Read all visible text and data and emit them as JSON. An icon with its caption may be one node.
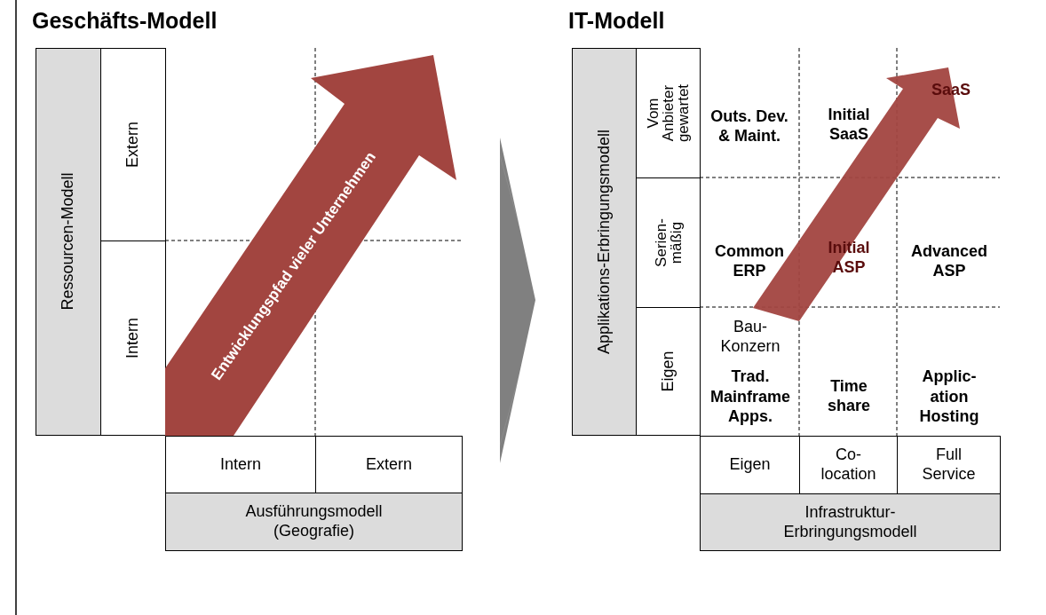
{
  "diagram": {
    "nodes": [
      {
        "text": [
          "Ressourcen-Modell"
        ]
      },
      {
        "text": [
          "Extern"
        ]
      },
      {
        "text": [
          "Intern"
        ]
      },
      {
        "text": [
          "Intern"
        ]
      },
      {
        "text": [
          "Extern"
        ]
      },
      {
        "text": [
          "Ausführungsmodell (Geografie)"
        ]
      },
      {
        "text": [
          "Entwicklungspfad vieler Unternehmen"
        ]
      },
      {
        "text": [
          "Applikations-Erbringungsmodell"
        ]
      },
      {
        "text": [
          "Vom Anbieter gewartet"
        ]
      },
      {
        "text": [
          "Serien-mäßig"
        ]
      },
      {
        "text": [
          "Eigen"
        ]
      },
      {
        "text": [
          "Eigen"
        ]
      },
      {
        "text": [
          "Co-location"
        ]
      },
      {
        "text": [
          "Full Service"
        ]
      },
      {
        "text": [
          "Infrastruktur-Erbringungsmodell"
        ]
      }
    ],
    "labels": [
      "Geschäfts-Modell",
      "IT-Modell",
      "Outs. Dev. & Maint.",
      "Initial SaaS",
      "SaaS",
      "Common ERP",
      "Initial ASP",
      "Advanced ASP",
      "Bau-Konzern",
      "Trad. Mainframe Apps.",
      "Time share",
      "Applic-ation Hosting"
    ]
  }
}
